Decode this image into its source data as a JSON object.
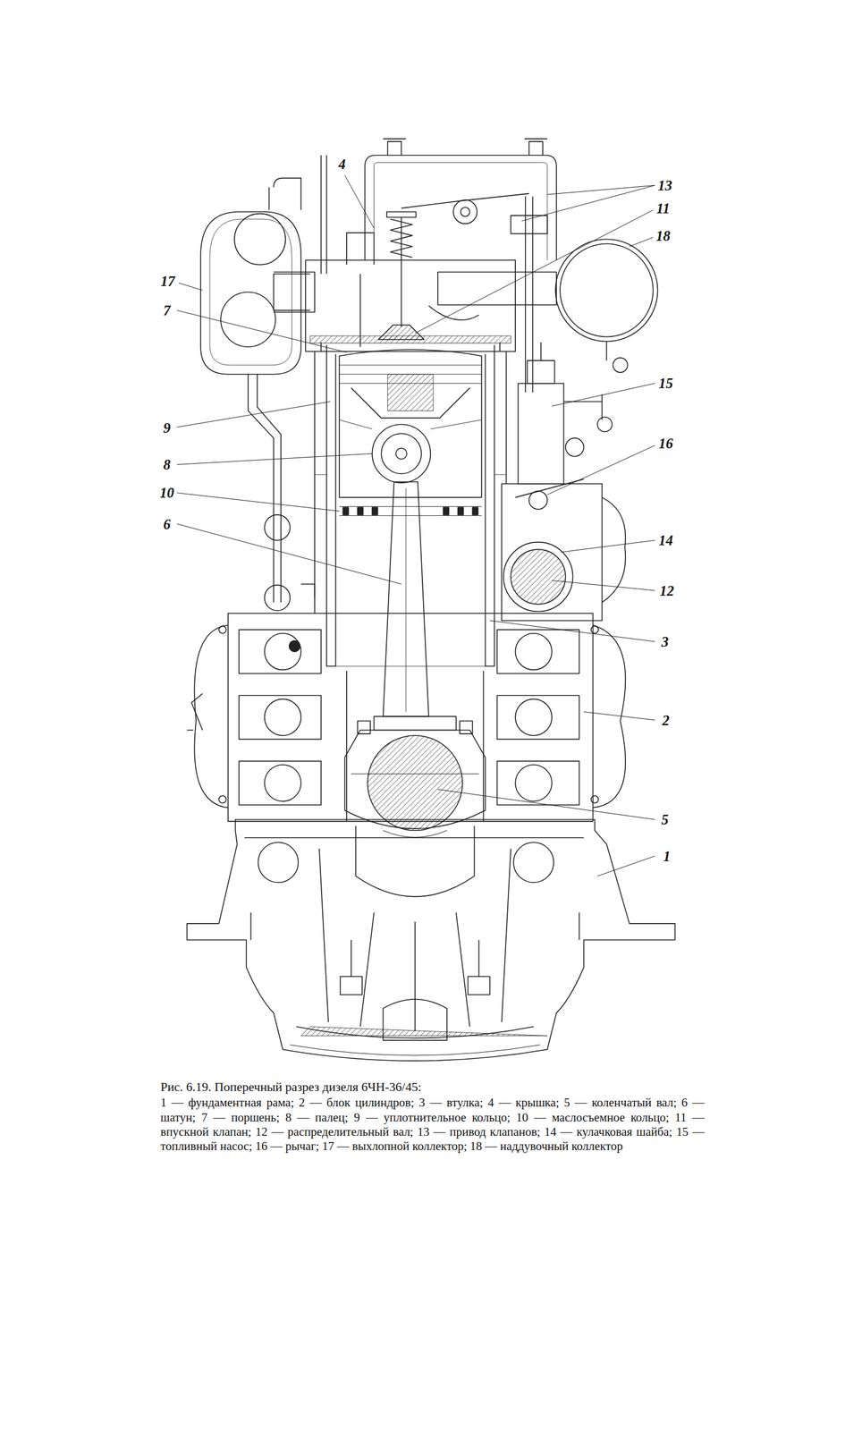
{
  "diagram": {
    "caption": "Рис. 6.19. Поперечный разрез дизеля 6ЧН-36/45:",
    "labels": [
      "13",
      "4",
      "11",
      "18",
      "17",
      "7",
      "15",
      "9",
      "16",
      "8",
      "10",
      "14",
      "6",
      "12",
      "3",
      "2",
      "5",
      "1",
      "1 — фундаментная рама; 2 — блок цилиндров; 3 — втулка; 4 — крышка; 5 — коленчатый вал; 6 — шатун; 7 — поршень; 8 — палец; 9 — уплотнительное кольцо; 10 — маслосъемное кольцо; 11 — впускной клапан; 12 — распределительный вал; 13 — привод клапанов; 14 — кулачковая шайба; 15 — топливный насос; 16 — рычаг; 17 — выхлопной коллектор; 18 — наддувочный коллектор"
    ]
  }
}
